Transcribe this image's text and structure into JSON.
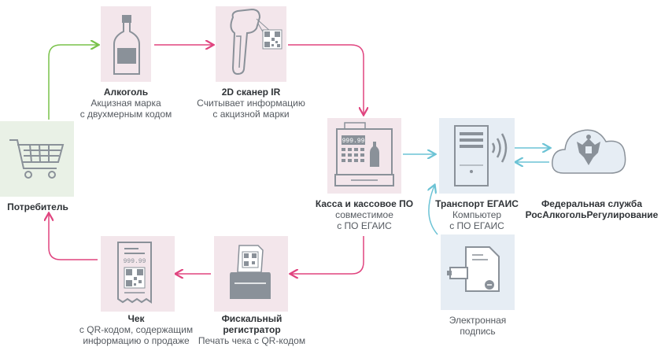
{
  "colors": {
    "pink_box": "#f3e6eb",
    "blue_box": "#e6edf4",
    "green_box": "#e9f1e6",
    "icon": "#8a9199",
    "arrow_pink": "#e0447f",
    "arrow_green": "#79c24a",
    "arrow_blue": "#6cc3d5"
  },
  "nodes": {
    "alcohol": {
      "title": "Алкоголь",
      "line1": "Акцизная марка",
      "line2": "с двухмерным кодом"
    },
    "scanner": {
      "title": "2D сканер IR",
      "line1": "Считывает информацию",
      "line2": "с акцизной марки"
    },
    "cashier": {
      "title": "Касса и кассовое ПО",
      "line1": "совместимое",
      "line2": "с ПО ЕГАИС",
      "display": "999.99"
    },
    "transport": {
      "title": "Транспорт ЕГАИС",
      "line1": "Компьютер",
      "line2": "с ПО ЕГАИС"
    },
    "federal": {
      "title_line1": "Федеральная служба",
      "title_line2": "РосАлкогольРегулирование"
    },
    "consumer": {
      "title": "Потребитель"
    },
    "receipt": {
      "title": "Чек",
      "line1": "с QR-кодом, содержащим",
      "line2": "информацию о продаже",
      "amount": "999.99"
    },
    "fiscal": {
      "title_line1": "Фискальный",
      "title_line2": "регистратор",
      "line1": "Печать чека с QR-кодом"
    },
    "signature": {
      "line1": "Электронная",
      "line2": "подпись"
    }
  }
}
